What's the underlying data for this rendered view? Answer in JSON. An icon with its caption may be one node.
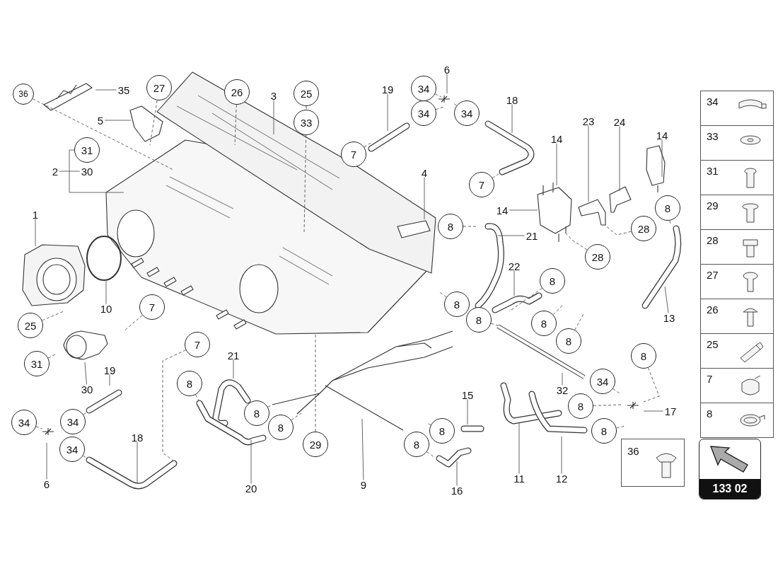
{
  "diagram": {
    "nodes": [
      {
        "text": [
          "36"
        ]
      },
      {
        "text": [
          "35"
        ]
      },
      {
        "text": [
          "27"
        ]
      },
      {
        "text": [
          "26"
        ]
      },
      {
        "text": [
          "3"
        ]
      },
      {
        "text": [
          "25"
        ]
      },
      {
        "text": [
          "19"
        ]
      },
      {
        "text": [
          "34"
        ]
      },
      {
        "text": [
          "6"
        ]
      },
      {
        "text": [
          "18"
        ]
      },
      {
        "text": [
          "34"
        ]
      },
      {
        "text": [
          "34"
        ]
      },
      {
        "text": [
          "23"
        ]
      },
      {
        "text": [
          "24"
        ]
      },
      {
        "text": [
          "33"
        ]
      },
      {
        "text": [
          "5"
        ]
      },
      {
        "text": [
          "14"
        ]
      },
      {
        "text": [
          "14"
        ]
      },
      {
        "text": [
          "31"
        ]
      },
      {
        "text": [
          "7"
        ]
      },
      {
        "text": [
          "2"
        ]
      },
      {
        "text": [
          "30"
        ]
      },
      {
        "text": [
          "4"
        ]
      },
      {
        "text": [
          "7"
        ]
      },
      {
        "text": [
          "8"
        ]
      },
      {
        "text": [
          "14"
        ]
      },
      {
        "text": [
          "1"
        ]
      },
      {
        "text": [
          "8"
        ]
      },
      {
        "text": [
          "28"
        ]
      },
      {
        "text": [
          "21"
        ]
      },
      {
        "text": [
          "28"
        ]
      },
      {
        "text": [
          "22"
        ]
      },
      {
        "text": [
          "8"
        ]
      },
      {
        "text": [
          "10"
        ]
      },
      {
        "text": [
          "8"
        ]
      },
      {
        "text": [
          "7"
        ]
      },
      {
        "text": [
          "13"
        ]
      },
      {
        "text": [
          "8"
        ]
      },
      {
        "text": [
          "25"
        ]
      },
      {
        "text": [
          "8"
        ]
      },
      {
        "text": [
          "7"
        ]
      },
      {
        "text": [
          "8"
        ]
      },
      {
        "text": [
          "21"
        ]
      },
      {
        "text": [
          "8"
        ]
      },
      {
        "text": [
          "31"
        ]
      },
      {
        "text": [
          "19"
        ]
      },
      {
        "text": [
          "8"
        ]
      },
      {
        "text": [
          "30"
        ]
      },
      {
        "text": [
          "32"
        ]
      },
      {
        "text": [
          "34"
        ]
      },
      {
        "text": [
          "15"
        ]
      },
      {
        "text": [
          "17"
        ]
      },
      {
        "text": [
          "8"
        ]
      },
      {
        "text": [
          "8"
        ]
      },
      {
        "text": [
          "34"
        ]
      },
      {
        "text": [
          "34"
        ]
      },
      {
        "text": [
          "8"
        ]
      },
      {
        "text": [
          "8"
        ]
      },
      {
        "text": [
          "8"
        ]
      },
      {
        "text": [
          "18"
        ]
      },
      {
        "text": [
          "29"
        ]
      },
      {
        "text": [
          "8"
        ]
      },
      {
        "text": [
          "34"
        ]
      },
      {
        "text": [
          "11"
        ]
      },
      {
        "text": [
          "12"
        ]
      },
      {
        "text": [
          "6"
        ]
      },
      {
        "text": [
          "9"
        ]
      },
      {
        "text": [
          "20"
        ]
      },
      {
        "text": [
          "16"
        ]
      }
    ],
    "edges": [
      {
        "from": 0,
        "to": null,
        "arrow": "none",
        "style": "dashed"
      },
      {
        "from": 1,
        "to": null,
        "arrow": "none"
      },
      {
        "from": 2,
        "to": null,
        "arrow": "none",
        "style": "dashed"
      },
      {
        "from": 3,
        "to": null,
        "arrow": "none",
        "style": "dashed"
      },
      {
        "from": 4,
        "to": null,
        "arrow": "none"
      },
      {
        "from": 5,
        "to": 14,
        "arrow": "none",
        "style": "dashed"
      },
      {
        "from": 6,
        "to": null,
        "arrow": "none"
      },
      {
        "from": 7,
        "to": null,
        "arrow": "none",
        "style": "dashed"
      },
      {
        "from": 8,
        "to": null,
        "arrow": "none"
      },
      {
        "from": 9,
        "to": null,
        "arrow": "none"
      },
      {
        "from": 10,
        "to": null,
        "arrow": "none",
        "style": "dashed"
      },
      {
        "from": 11,
        "to": null,
        "arrow": "none",
        "style": "dashed"
      },
      {
        "from": 12,
        "to": null,
        "arrow": "none"
      },
      {
        "from": 13,
        "to": null,
        "arrow": "none"
      },
      {
        "from": 14,
        "to": null,
        "arrow": "none",
        "style": "dashed"
      },
      {
        "from": 15,
        "to": null,
        "arrow": "none"
      },
      {
        "from": 16,
        "to": null,
        "arrow": "none"
      },
      {
        "from": 17,
        "to": null,
        "arrow": "none"
      },
      {
        "from": 18,
        "to": null,
        "arrow": "none"
      },
      {
        "from": 19,
        "to": null,
        "arrow": "none",
        "style": "dashed"
      },
      {
        "from": 20,
        "to": 21,
        "arrow": "none"
      },
      {
        "from": 22,
        "to": null,
        "arrow": "none"
      },
      {
        "from": 23,
        "to": null,
        "arrow": "none",
        "style": "dashed"
      },
      {
        "from": 24,
        "to": null,
        "arrow": "none",
        "style": "dashed"
      },
      {
        "from": 25,
        "to": null,
        "arrow": "none"
      },
      {
        "from": 26,
        "to": null,
        "arrow": "none"
      },
      {
        "from": 27,
        "to": null,
        "arrow": "none",
        "style": "dashed"
      },
      {
        "from": 28,
        "to": null,
        "arrow": "none",
        "style": "dashed"
      },
      {
        "from": 29,
        "to": null,
        "arrow": "none"
      },
      {
        "from": 30,
        "to": null,
        "arrow": "none",
        "style": "dashed"
      },
      {
        "from": 31,
        "to": null,
        "arrow": "none"
      },
      {
        "from": 32,
        "to": null,
        "arrow": "none",
        "style": "dashed"
      },
      {
        "from": 33,
        "to": null,
        "arrow": "none"
      },
      {
        "from": 34,
        "to": null,
        "arrow": "none",
        "style": "dashed"
      },
      {
        "from": 35,
        "to": null,
        "arrow": "none",
        "style": "dashed"
      },
      {
        "from": 36,
        "to": null,
        "arrow": "none"
      },
      {
        "from": 37,
        "to": null,
        "arrow": "none",
        "style": "dashed"
      },
      {
        "from": 38,
        "to": null,
        "arrow": "none",
        "style": "dashed"
      },
      {
        "from": 39,
        "to": null,
        "arrow": "none",
        "style": "dashed"
      },
      {
        "from": 40,
        "to": null,
        "arrow": "none",
        "style": "dashed"
      },
      {
        "from": 41,
        "to": null,
        "arrow": "none",
        "style": "dashed"
      },
      {
        "from": 42,
        "to": null,
        "arrow": "none"
      },
      {
        "from": 43,
        "to": null,
        "arrow": "none",
        "style": "dashed"
      },
      {
        "from": 44,
        "to": null,
        "arrow": "none",
        "style": "dashed"
      },
      {
        "from": 45,
        "to": null,
        "arrow": "none"
      },
      {
        "from": 46,
        "to": null,
        "arrow": "none",
        "style": "dashed"
      },
      {
        "from": 47,
        "to": null,
        "arrow": "none"
      },
      {
        "from": 48,
        "to": null,
        "arrow": "none"
      },
      {
        "from": 49,
        "to": null,
        "arrow": "none",
        "style": "dashed"
      },
      {
        "from": 50,
        "to": null,
        "arrow": "none"
      },
      {
        "from": 51,
        "to": null,
        "arrow": "none"
      },
      {
        "from": 52,
        "to": null,
        "arrow": "none",
        "style": "dashed"
      },
      {
        "from": 53,
        "to": null,
        "arrow": "none",
        "style": "dashed"
      },
      {
        "from": 54,
        "to": null,
        "arrow": "none",
        "style": "dashed"
      },
      {
        "from": 55,
        "to": null,
        "arrow": "none",
        "style": "dashed"
      },
      {
        "from": 56,
        "to": null,
        "arrow": "none",
        "style": "dashed"
      },
      {
        "from": 57,
        "to": null,
        "arrow": "none",
        "style": "dashed"
      },
      {
        "from": 58,
        "to": null,
        "arrow": "none",
        "style": "dashed"
      },
      {
        "from": 59,
        "to": null,
        "arrow": "none"
      },
      {
        "from": 60,
        "to": null,
        "arrow": "none",
        "style": "dashed"
      },
      {
        "from": 61,
        "to": null,
        "arrow": "none",
        "style": "dashed"
      },
      {
        "from": 62,
        "to": null,
        "arrow": "none",
        "style": "dashed"
      },
      {
        "from": 63,
        "to": null,
        "arrow": "none"
      },
      {
        "from": 64,
        "to": null,
        "arrow": "none"
      },
      {
        "from": 65,
        "to": null,
        "arrow": "none"
      },
      {
        "from": 66,
        "to": null,
        "arrow": "none"
      },
      {
        "from": 67,
        "to": null,
        "arrow": "none"
      },
      {
        "from": 68,
        "to": null,
        "arrow": "none"
      }
    ],
    "labels": [
      "34",
      "33",
      "31",
      "29",
      "28",
      "27",
      "26",
      "25",
      "7",
      "8",
      "36",
      "133 02"
    ]
  }
}
